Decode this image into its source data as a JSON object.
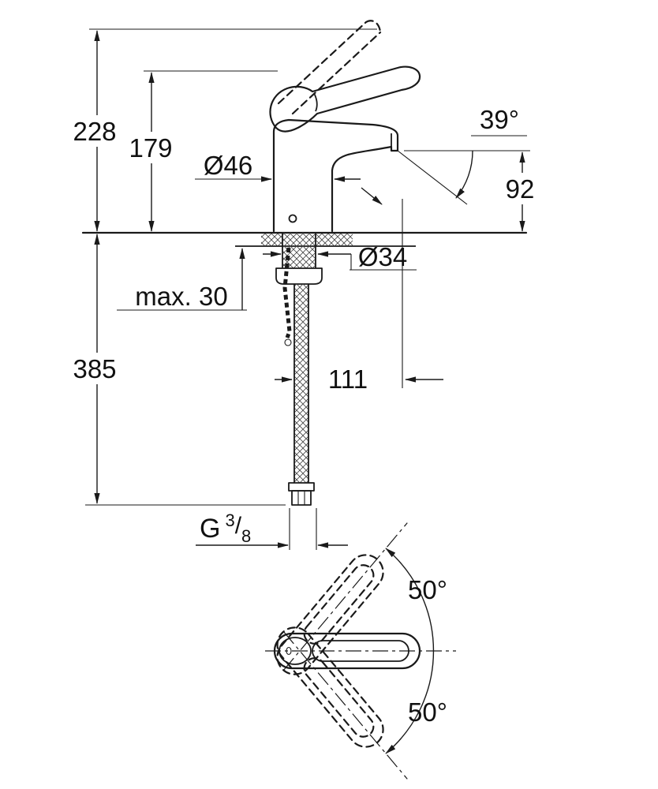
{
  "dims": {
    "d228": "228",
    "d179": "179",
    "d46": "Ø46",
    "a39": "39°",
    "d92": "92",
    "d34": "Ø34",
    "max30": "max. 30",
    "d385": "385",
    "d111": "111",
    "g_letter": "G",
    "g_num": "3",
    "g_slash": "/",
    "g_den": "8",
    "a50_upper": "50°",
    "a50_lower": "50°"
  },
  "colors": {
    "line": "#1a1a1a",
    "background": "#ffffff"
  }
}
